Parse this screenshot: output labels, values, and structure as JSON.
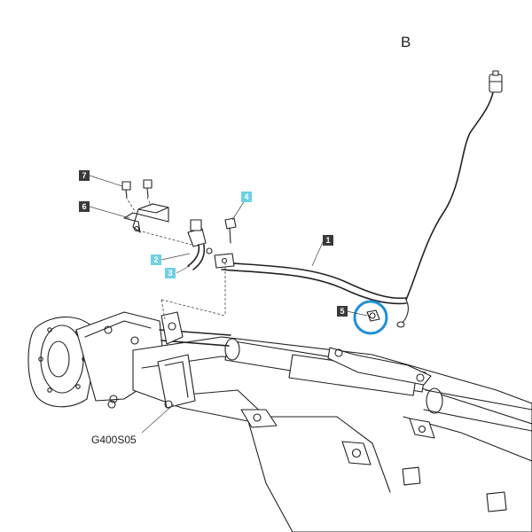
{
  "view_letter": "B",
  "figure_code": "G400S05",
  "callouts": [
    {
      "label": "1",
      "style": "dark"
    },
    {
      "label": "2",
      "style": "cyan"
    },
    {
      "label": "3",
      "style": "cyan"
    },
    {
      "label": "4",
      "style": "cyan"
    },
    {
      "label": "5",
      "style": "dark"
    },
    {
      "label": "6",
      "style": "dark"
    },
    {
      "label": "7",
      "style": "dark"
    }
  ],
  "highlight_color": "#1e90d8",
  "callout_colors": {
    "dark": "#3a3a3a",
    "cyan": "#6fd0e0"
  }
}
